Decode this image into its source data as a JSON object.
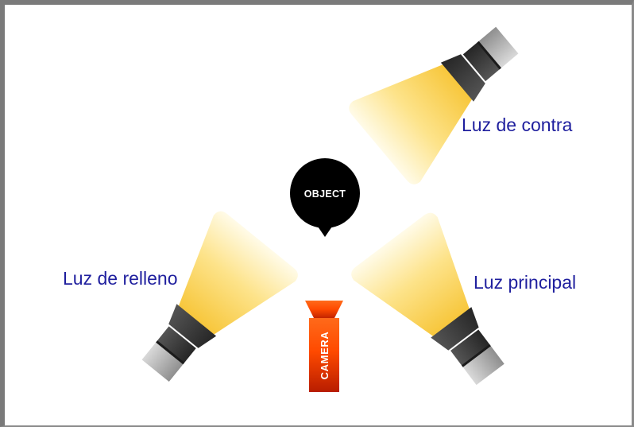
{
  "labels": {
    "back_light": "Luz de contra",
    "fill_light": "Luz de relleno",
    "key_light": "Luz principal"
  },
  "object": {
    "label": "OBJECT"
  },
  "camera": {
    "label": "CAMERA"
  },
  "colors": {
    "label_text": "#1f1f9e",
    "beam_bright": "#f7c63a",
    "beam_faint": "#fffbe8",
    "lamp_dark": "#3a3a3a",
    "lamp_light": "#bdbdbd",
    "object_fill": "#000000",
    "camera_top": "#ff6a1a",
    "camera_bottom": "#b81d00",
    "frame": "#7a7a7a"
  },
  "icons": {
    "lights": "spotlight-icon",
    "object": "speech-bubble-circle-icon",
    "camera": "camera-icon"
  }
}
